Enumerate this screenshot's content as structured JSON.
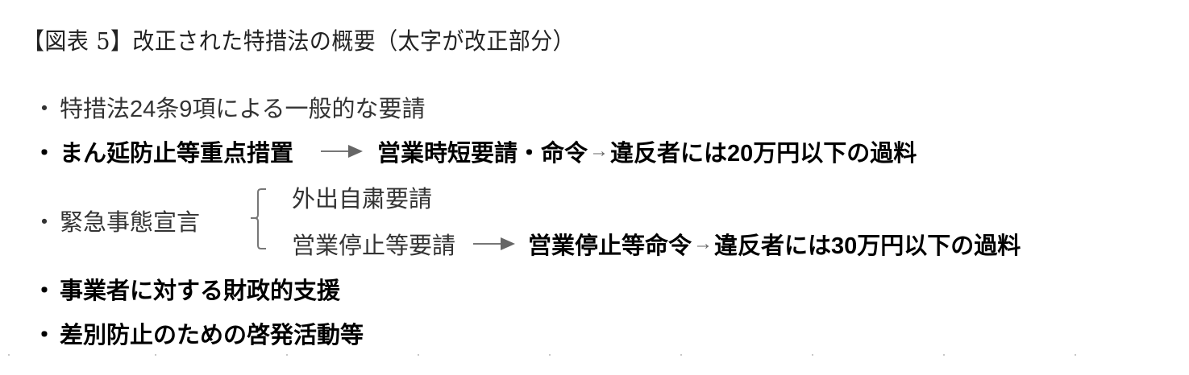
{
  "title": "【図表 5】改正された特措法の概要（太字が改正部分）",
  "items": [
    {
      "bullet": "・",
      "text": "特措法24条9項による一般的な要請",
      "bold": false
    },
    {
      "bullet": "・",
      "text": "まん延防止等重点措置",
      "bold": true,
      "arrow_target": "営業時短要請・命令",
      "small_arrow": "→",
      "consequence": "違反者には20万円以下の過料"
    },
    {
      "bullet": "・",
      "text": "緊急事態宣言",
      "bold": false,
      "sub_items": [
        {
          "text": "外出自粛要請"
        },
        {
          "text": "営業停止等要請",
          "arrow_target": "営業停止等命令",
          "small_arrow": "→",
          "consequence": "違反者には30万円以下の過料"
        }
      ]
    },
    {
      "bullet": "・",
      "text": "事業者に対する財政的支援",
      "bold": true
    },
    {
      "bullet": "・",
      "text": "差別防止のための啓発活動等",
      "bold": true
    }
  ],
  "colors": {
    "text": "#111111",
    "arrow": "#666666",
    "brace": "#777777",
    "background": "#ffffff"
  }
}
